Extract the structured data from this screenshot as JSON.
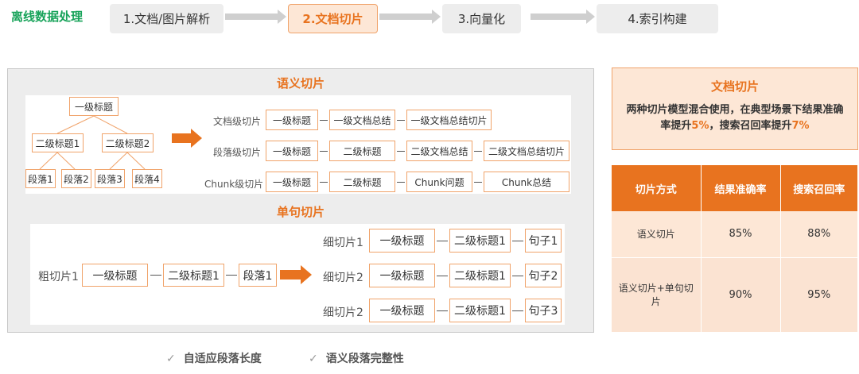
{
  "title": "离线数据处理",
  "steps": [
    "1.文档/图片解析",
    "2.文档切片",
    "3.向量化",
    "4.索引构建"
  ],
  "semantic": {
    "title": "语义切片",
    "tree": {
      "root": "一级标题",
      "h2": [
        "二级标题1",
        "二级标题2"
      ],
      "paras": [
        "段落1",
        "段落2",
        "段落3",
        "段落4"
      ]
    },
    "rows": [
      {
        "label": "文档级切片",
        "items": [
          "一级标题",
          "一级文档总结",
          "一级文档总结切片"
        ]
      },
      {
        "label": "段落级切片",
        "items": [
          "一级标题",
          "二级标题",
          "二级文档总结",
          "二级文档总结切片"
        ]
      },
      {
        "label": "Chunk级切片",
        "items": [
          "一级标题",
          "二级标题",
          "Chunk问题",
          "Chunk总结"
        ]
      }
    ]
  },
  "single": {
    "title": "单句切片",
    "coarse": {
      "label": "粗切片1",
      "items": [
        "一级标题",
        "二级标题1",
        "段落1"
      ]
    },
    "fine": [
      {
        "label": "细切片1",
        "items": [
          "一级标题",
          "二级标题1",
          "句子1"
        ]
      },
      {
        "label": "细切片2",
        "items": [
          "一级标题",
          "二级标题1",
          "句子2"
        ]
      },
      {
        "label": "细切片2",
        "items": [
          "一级标题",
          "二级标题1",
          "句子3"
        ]
      }
    ]
  },
  "summary": {
    "title": "文档切片",
    "desc_a": "两种切片模型混合使用，在典型场景下结果准确率提升",
    "pct_a": "5%",
    "desc_b": "，搜索召回率提升",
    "pct_b": "7%"
  },
  "table": {
    "headers": [
      "切片方式",
      "结果准确率",
      "搜索召回率"
    ],
    "rows": [
      [
        "语义切片",
        "85%",
        "88%"
      ],
      [
        "语义切片+单句切片",
        "90%",
        "95%"
      ]
    ]
  },
  "footer": [
    "自适应段落长度",
    "语义段落完整性"
  ],
  "check_glyph": "✓",
  "colors": {
    "accent": "#e8731f",
    "green": "#18a35a",
    "tint": "#fde7d6"
  }
}
